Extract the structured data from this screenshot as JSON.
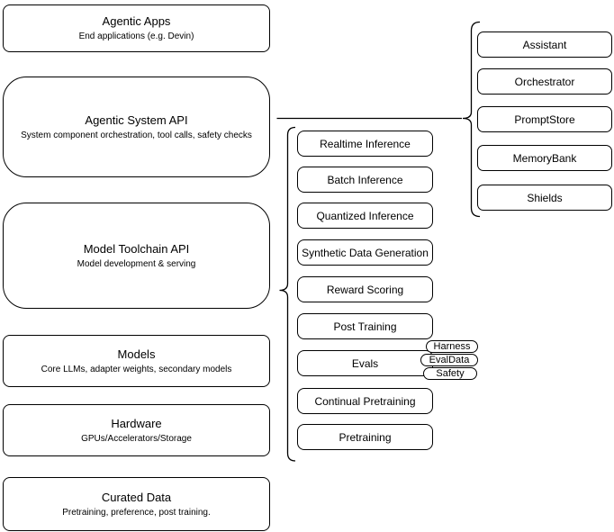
{
  "colors": {
    "stroke": "#000000",
    "fill": "#ffffff",
    "text": "#000000"
  },
  "left_stack": [
    {
      "title": "Agentic Apps",
      "subtitle": "End applications (e.g. Devin)"
    },
    {
      "title": "Agentic System API",
      "subtitle": "System component orchestration, tool calls, safety checks"
    },
    {
      "title": "Model Toolchain API",
      "subtitle": "Model development & serving"
    },
    {
      "title": "Models",
      "subtitle": "Core LLMs, adapter weights, secondary models"
    },
    {
      "title": "Hardware",
      "subtitle": "GPUs/Accelerators/Storage"
    },
    {
      "title": "Curated Data",
      "subtitle": "Pretraining, preference, post training."
    }
  ],
  "toolchain_items": [
    "Realtime Inference",
    "Batch Inference",
    "Quantized Inference",
    "Synthetic Data Generation",
    "Reward Scoring",
    "Post Training",
    "Evals",
    "Continual Pretraining",
    "Pretraining"
  ],
  "evals_badges": [
    "Harness",
    "EvalData",
    "Safety"
  ],
  "system_components": [
    "Assistant",
    "Orchestrator",
    "PromptStore",
    "MemoryBank",
    "Shields"
  ]
}
